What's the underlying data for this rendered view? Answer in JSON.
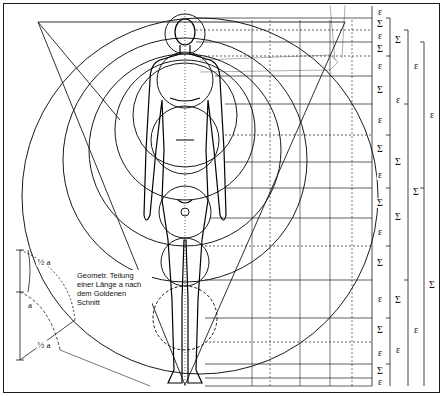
{
  "diagram": {
    "labels": [
      "Geometr. Teilung einer Länge a nach dem Goldenen Schnitt",
      "½ a",
      "a",
      "½ a",
      "ε",
      "Σ",
      "ε",
      "Σ",
      "ε",
      "Σ",
      "ε",
      "Σ",
      "ε",
      "Σ",
      "ε",
      "Σ",
      "ε",
      "Σ",
      "ε",
      "Σ",
      "ε",
      "Σ",
      "ε",
      "Σ",
      "Σ",
      "Σ",
      "ε",
      "ε",
      "Σ",
      "ε",
      "ε",
      "Σ"
    ]
  }
}
